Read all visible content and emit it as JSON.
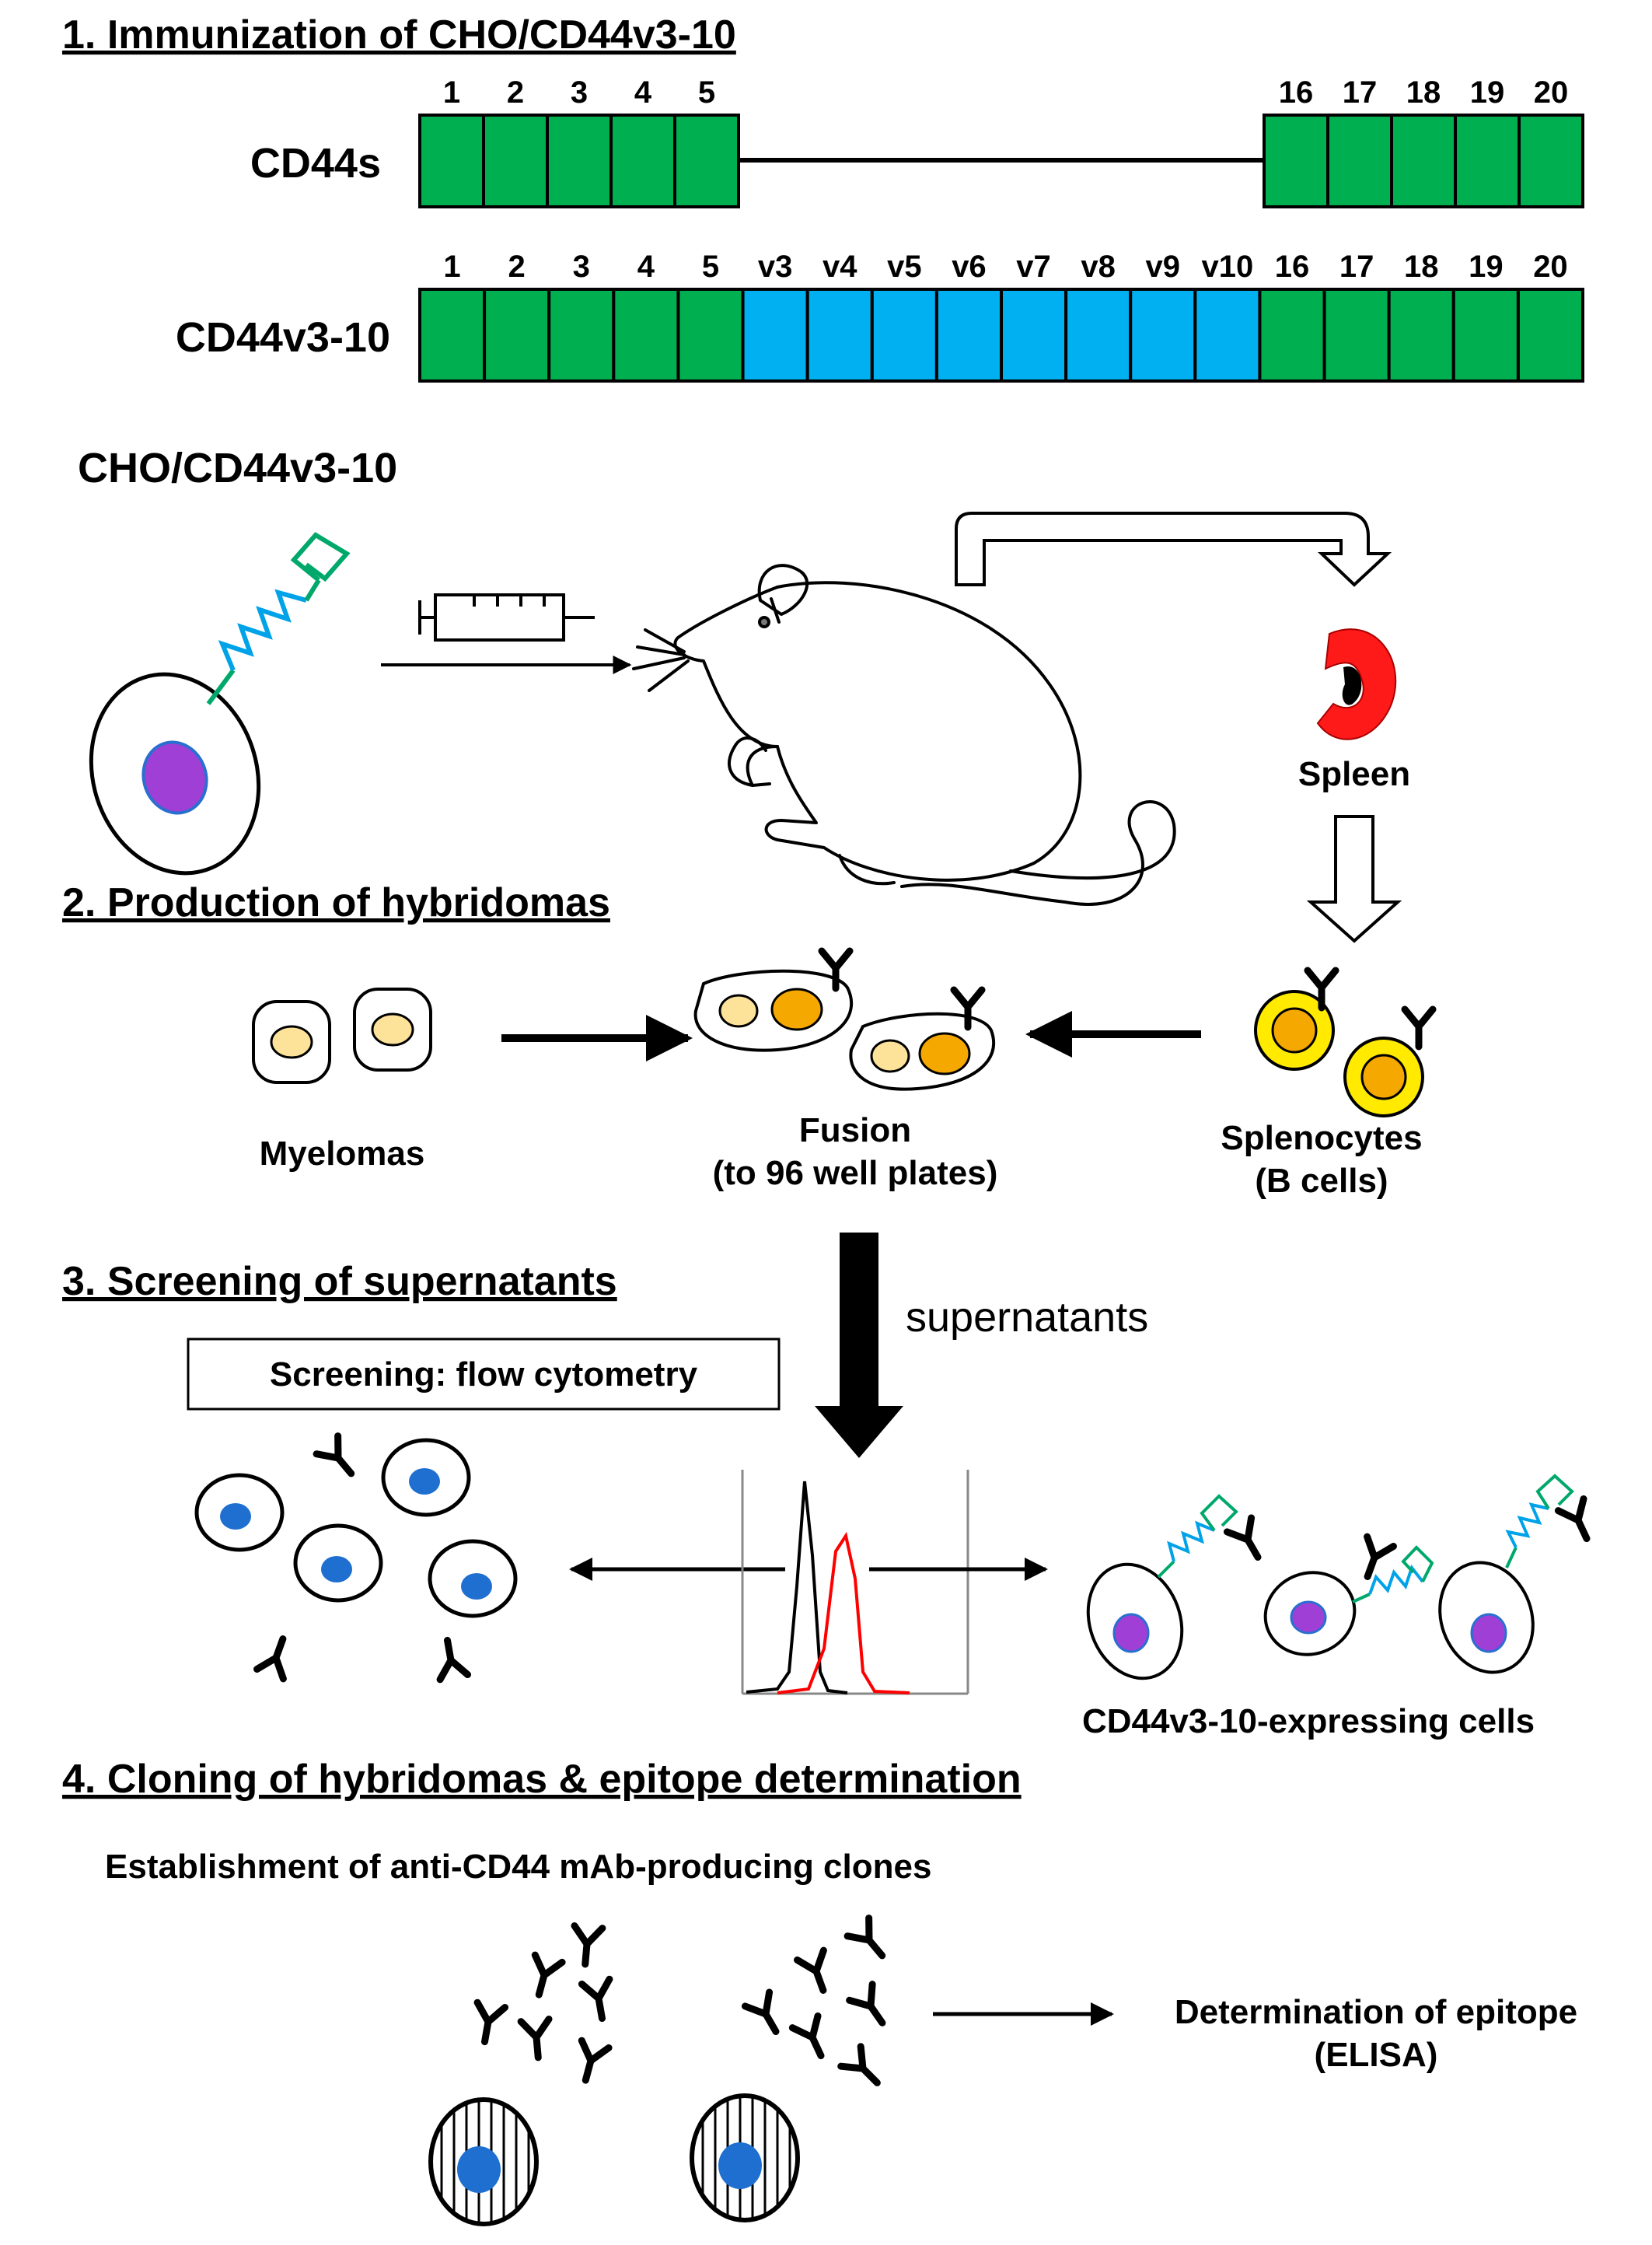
{
  "sections": {
    "s1": "1. Immunization of CHO/CD44v3-10",
    "s2": "2. Production of hybridomas",
    "s3": "3. Screening of supernatants",
    "s4": "4. Cloning of hybridomas & epitope determination"
  },
  "exon_rows": [
    {
      "name": "CD44s",
      "exons": [
        "1",
        "2",
        "3",
        "4",
        "5",
        "16",
        "17",
        "18",
        "19",
        "20"
      ],
      "kinds": [
        "c",
        "c",
        "c",
        "c",
        "c",
        "c",
        "c",
        "c",
        "c",
        "c"
      ]
    },
    {
      "name": "CD44v3-10",
      "exons": [
        "1",
        "2",
        "3",
        "4",
        "5",
        "v3",
        "v4",
        "v5",
        "v6",
        "v7",
        "v8",
        "v9",
        "v10",
        "16",
        "17",
        "18",
        "19",
        "20"
      ],
      "kinds": [
        "c",
        "c",
        "c",
        "c",
        "c",
        "v",
        "v",
        "v",
        "v",
        "v",
        "v",
        "v",
        "v",
        "c",
        "c",
        "c",
        "c",
        "c"
      ]
    }
  ],
  "labels": {
    "cell_line": "CHO/CD44v3-10",
    "spleen": "Spleen",
    "myelomas": "Myelomas",
    "fusion_line1": "Fusion",
    "fusion_line2": "(to 96 well plates)",
    "splenocytes_line1": "Splenocytes",
    "splenocytes_line2": "(B cells)",
    "supernatants": "supernatants",
    "screening_box": "Screening: flow cytometry",
    "expressing_cells": "CD44v3-10-expressing cells",
    "establishment": "Establishment of anti-CD44 mAb-producing clones",
    "epitope_line1": "Determination of epitope",
    "epitope_line2": "(ELISA)"
  },
  "colors": {
    "constant_exon": "#00b050",
    "variant_exon": "#00b0f0",
    "myeloma_nucleus": "#fde29a",
    "fusion_nucleus": "#f5a800",
    "splenocyte_body": "#ffea00",
    "cell_nucleus": "#9f3fd6",
    "hybridoma_nucleus": "#1f6fd0",
    "spleen": "#ff1a1a",
    "zigzag": "#00a2e8",
    "glycan": "#00a86b",
    "histogram_positive": "#ff0000",
    "histogram_negative": "#000000"
  },
  "icons": [
    "syringe-icon",
    "mouse-icon",
    "spleen-icon",
    "antibody-icon",
    "cell-icon"
  ]
}
